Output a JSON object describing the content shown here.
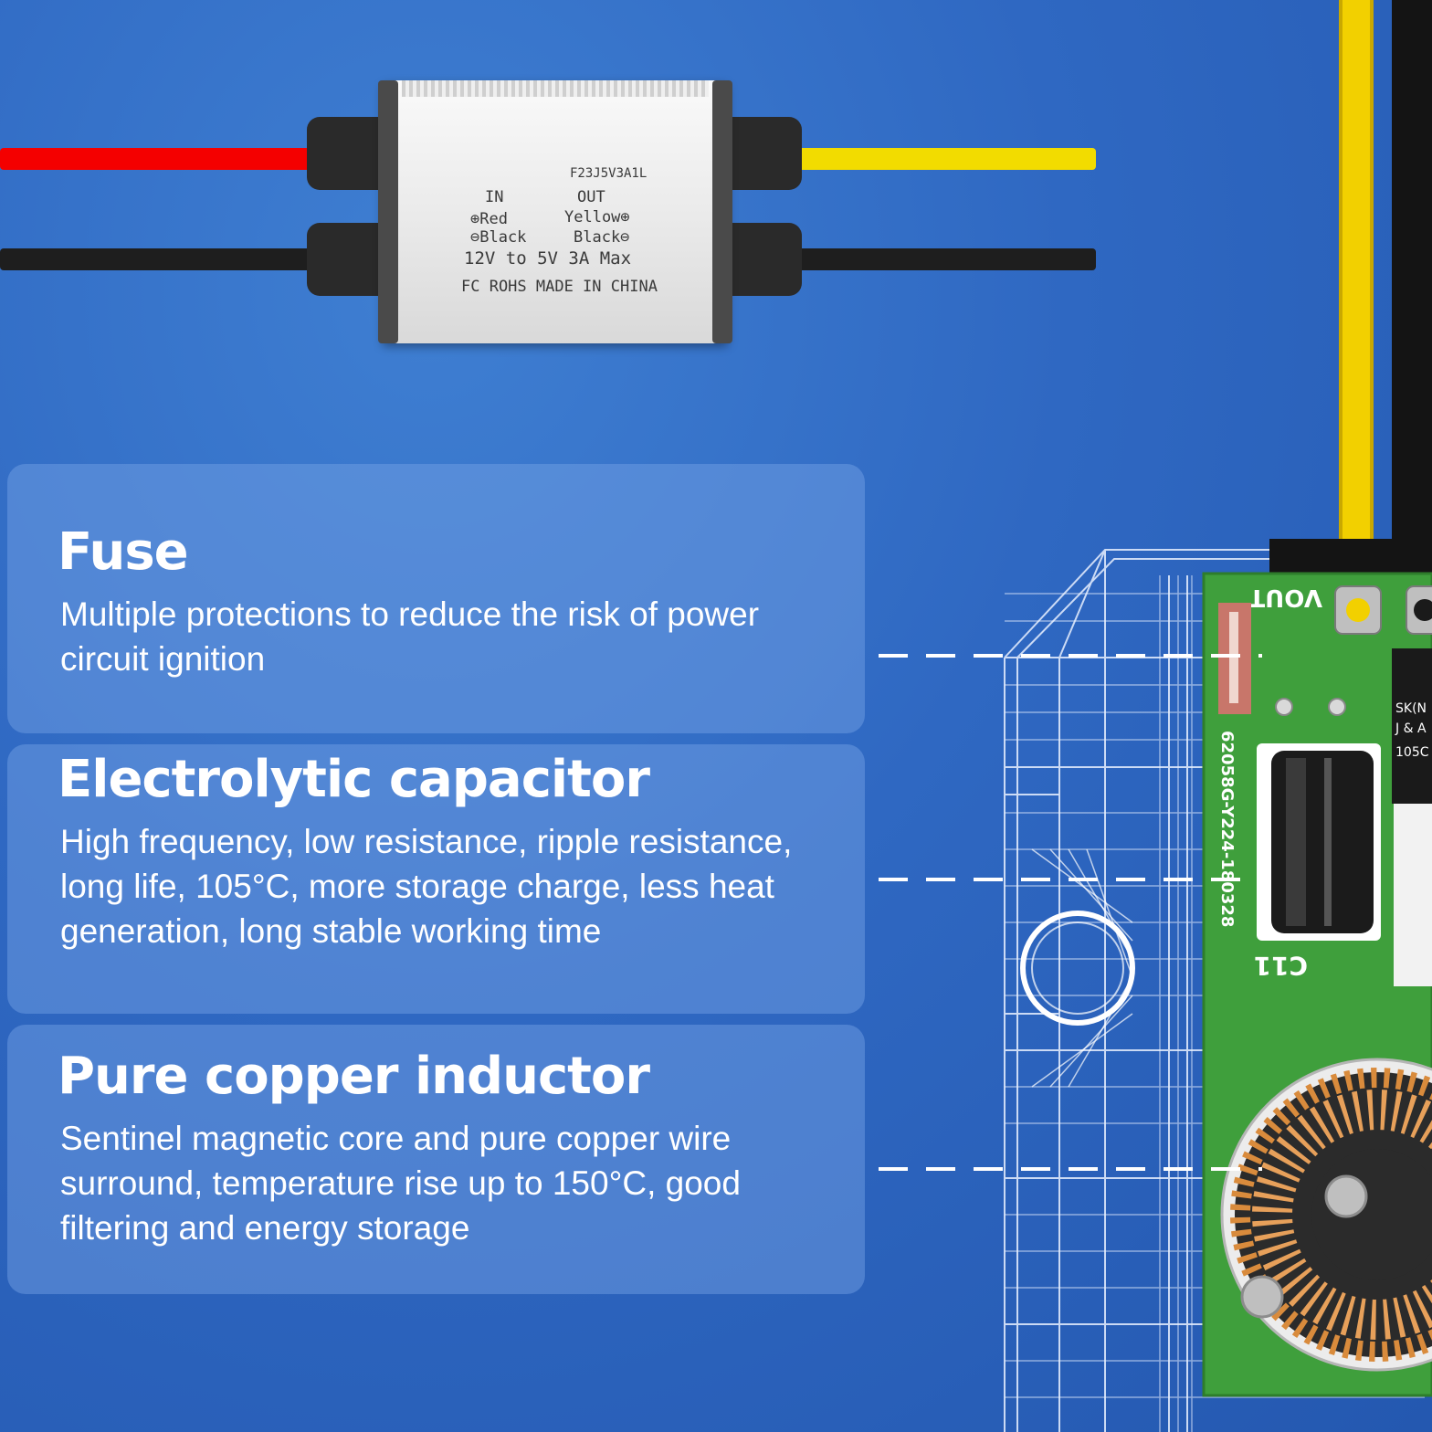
{
  "product": {
    "model": "F23J5V3A1L",
    "in_label": "IN",
    "out_label": "OUT",
    "in_red": "⊕Red",
    "in_black": "⊖Black",
    "out_yellow": "Yellow⊕",
    "out_black": "Black⊖",
    "rating": "12V to 5V 3A Max",
    "certs": "FC ROHS MADE IN CHINA"
  },
  "features": [
    {
      "title": "Fuse",
      "desc": "Multiple protections to reduce the risk of power circuit ignition"
    },
    {
      "title": "Electrolytic capacitor",
      "desc": "High frequency, low resistance, ripple resistance, long life, 105°C, more storage charge, less heat generation, long stable working time"
    },
    {
      "title": "Pure copper inductor",
      "desc": "Sentinel magnetic core and pure copper wire surround, temperature rise up to 150°C, good filtering and energy storage"
    }
  ],
  "pcb": {
    "vout_label": "VOUT",
    "board_code": "62058G-Y224-180328",
    "cap_ref": "C11",
    "chip_text_1": "SK(N",
    "chip_text_2": "J & A",
    "chip_text_3": "105C"
  },
  "colors": {
    "background": "#2f68c2",
    "wire_red": "#ff0000",
    "wire_yellow": "#f2dc00",
    "wire_black": "#1e1e1e",
    "pcb_green": "#3f9f3c",
    "copper": "#d98b3c"
  }
}
